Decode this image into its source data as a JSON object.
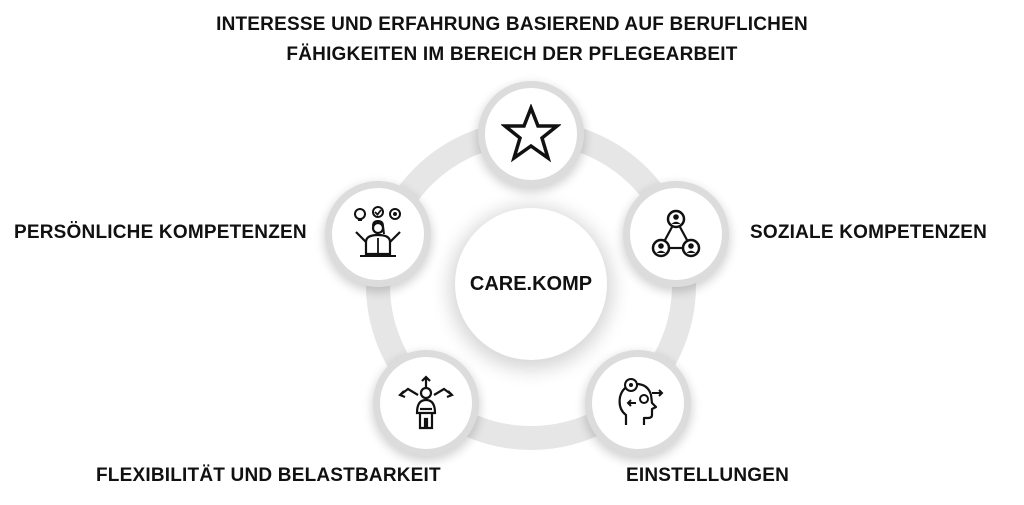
{
  "diagram": {
    "center": {
      "label": "CARE.KOMP"
    },
    "nodes": [
      {
        "id": "top",
        "label_lines": [
          "INTERESSE UND ERFAHRUNG BASIEREND AUF BERUFLICHEN",
          "FÄHIGKEITEN IM BEREICH DER PFLEGEARBEIT"
        ],
        "icon": "star-icon"
      },
      {
        "id": "right",
        "label": "SOZIALE KOMPETENZEN",
        "icon": "people-network-icon"
      },
      {
        "id": "bottom-right",
        "label": "EINSTELLUNGEN",
        "icon": "head-gears-icon"
      },
      {
        "id": "bottom-left",
        "label": "FLEXIBILITÄT UND BELASTBARKEIT",
        "icon": "person-arrows-icon"
      },
      {
        "id": "left",
        "label": "PERSÖNLICHE KOMPETENZEN",
        "icon": "person-ideas-icon"
      }
    ]
  }
}
